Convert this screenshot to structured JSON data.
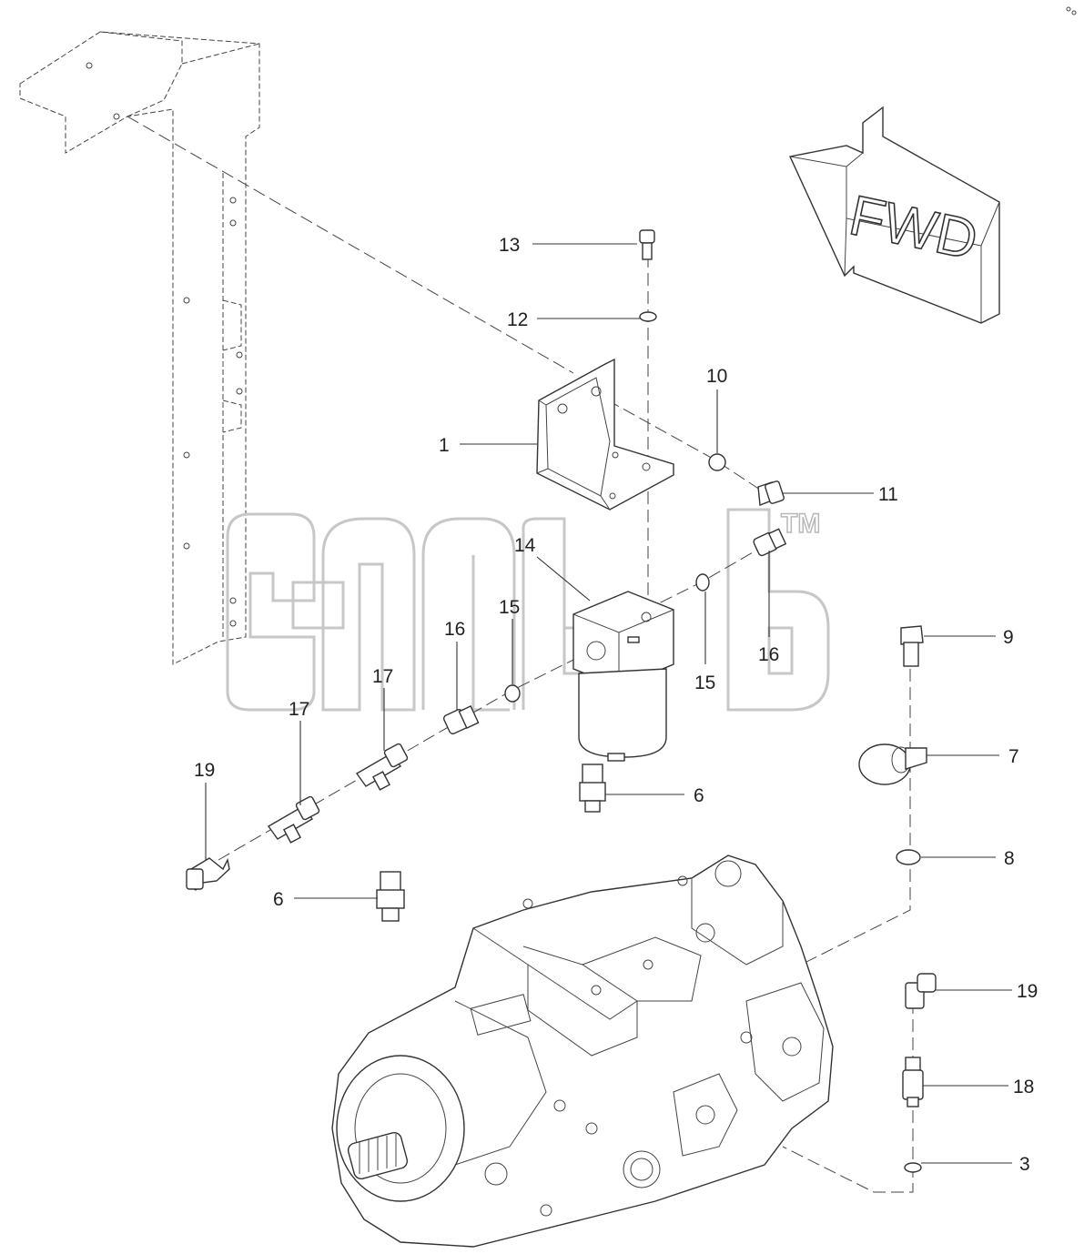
{
  "figure": {
    "arrow_text": "FWD",
    "watermark_text": "TM",
    "callouts": {
      "c1": "1",
      "c3": "3",
      "c6a": "6",
      "c6b": "6",
      "c7": "7",
      "c8": "8",
      "c9": "9",
      "c10": "10",
      "c11": "11",
      "c12": "12",
      "c13": "13",
      "c14": "14",
      "c15a": "15",
      "c15b": "15",
      "c16a": "16",
      "c16b": "16",
      "c17a": "17",
      "c17b": "17",
      "c18": "18",
      "c19a": "19",
      "c19b": "19"
    }
  }
}
